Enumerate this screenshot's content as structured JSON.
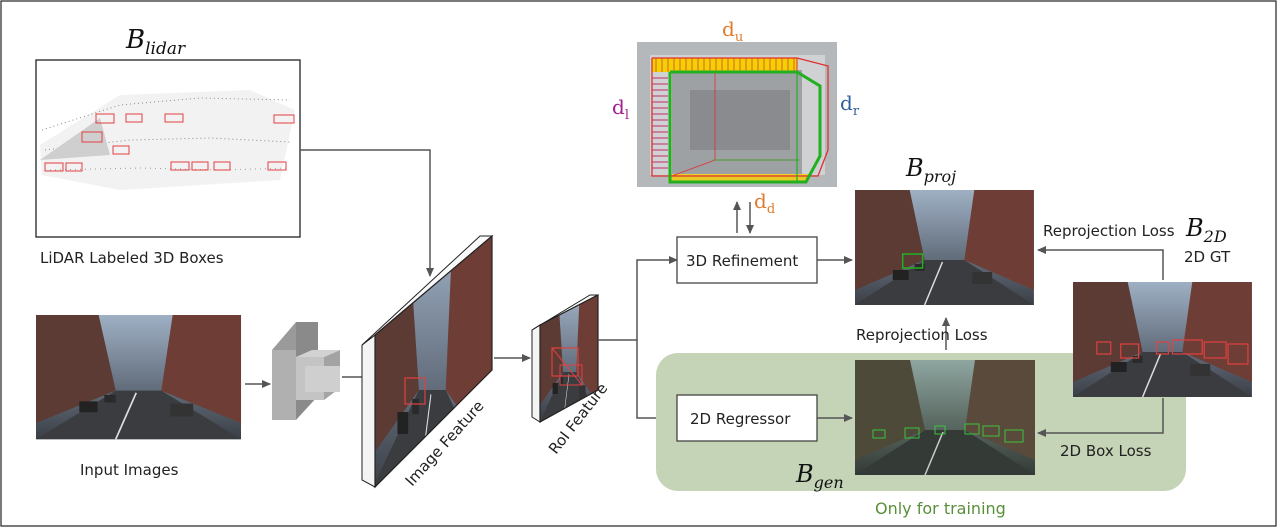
{
  "lidar": {
    "symbol": "B",
    "symbol_sub": "lidar",
    "caption": "LiDAR Labeled 3D Boxes"
  },
  "input": {
    "caption": "Input Images"
  },
  "features": {
    "image_feature": "Image Feature",
    "roi_feature": "RoI Feature"
  },
  "refine": {
    "label": "3D Refinement",
    "d_u": "d",
    "d_u_sub": "u",
    "d_l": "d",
    "d_l_sub": "l",
    "d_r": "d",
    "d_r_sub": "r",
    "d_d": "d",
    "d_d_sub": "d"
  },
  "regressor": {
    "label": "2D Regressor"
  },
  "proj": {
    "symbol": "B",
    "symbol_sub": "proj"
  },
  "gen": {
    "symbol": "B",
    "symbol_sub": "gen"
  },
  "gt": {
    "symbol": "B",
    "symbol_sub": "2D",
    "caption": "2D GT"
  },
  "losses": {
    "reprojection_top": "Reprojection Loss",
    "reprojection_mid": "Reprojection Loss",
    "box2d": "2D Box Loss"
  },
  "training_note": "Only for training",
  "colors": {
    "training_region": "#c5d3b7",
    "training_text": "#5a8f3a",
    "d_u": "#e07b2c",
    "d_l": "#a0208f",
    "d_r": "#2f5f9f",
    "d_d": "#e07b2c",
    "refined_box": "#22b022",
    "lidar_box": "#e04040"
  }
}
